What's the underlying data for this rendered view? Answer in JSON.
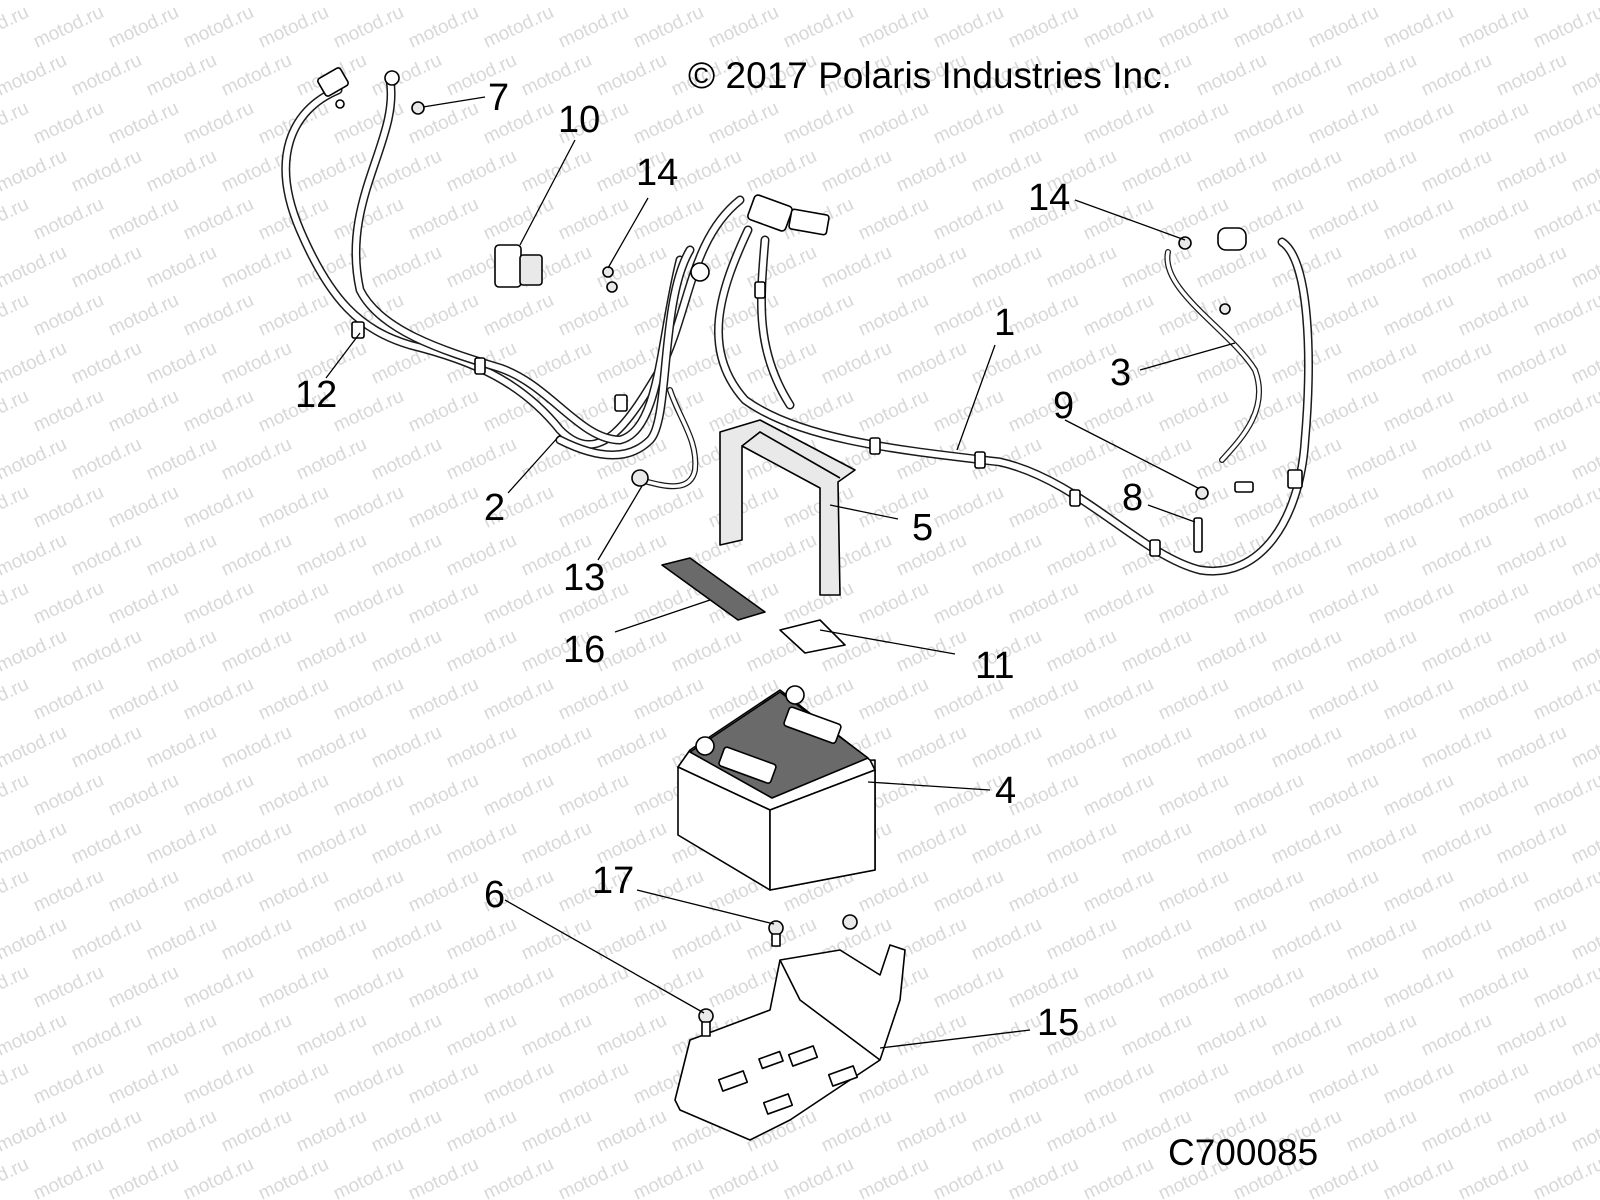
{
  "copyright": "© 2017 Polaris Industries Inc.",
  "diagram_code": "C700085",
  "watermark": "motod.ru",
  "parts": [
    {
      "id": "1"
    },
    {
      "id": "2"
    },
    {
      "id": "3"
    },
    {
      "id": "4"
    },
    {
      "id": "5"
    },
    {
      "id": "6"
    },
    {
      "id": "7"
    },
    {
      "id": "8"
    },
    {
      "id": "9"
    },
    {
      "id": "10"
    },
    {
      "id": "11"
    },
    {
      "id": "12"
    },
    {
      "id": "13"
    },
    {
      "id": "14"
    },
    {
      "id": "14"
    },
    {
      "id": "15"
    },
    {
      "id": "16"
    },
    {
      "id": "17"
    }
  ]
}
